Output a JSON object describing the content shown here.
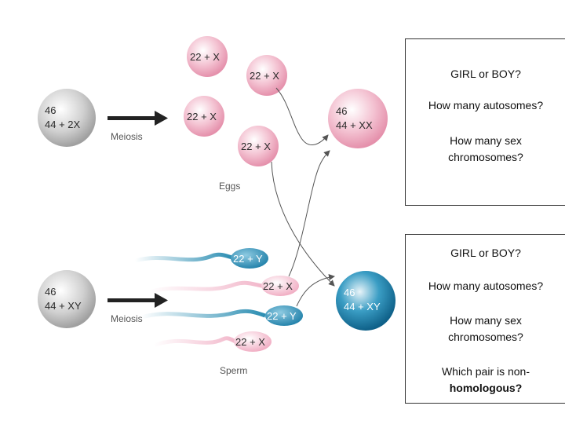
{
  "colors": {
    "egg_pink": "#f2b8cb",
    "sperm_blue": "#2a8db2",
    "parent_gray": "#c4c4c4",
    "son_blue": "#1e7fa8"
  },
  "top_parent": {
    "line1": "46",
    "line2": "44 + 2X"
  },
  "bottom_parent": {
    "line1": "46",
    "line2": "44 + XY"
  },
  "top_process_label": "Meiosis",
  "bottom_process_label": "Meiosis",
  "eggs_label": "Eggs",
  "sperm_label": "Sperm",
  "eggs": [
    "22 + X",
    "22 + X",
    "22 + X",
    "22 + X"
  ],
  "sperm": [
    "22 + Y",
    "22 + X",
    "22 + Y",
    "22 + X"
  ],
  "daughter": {
    "line1": "46",
    "line2": "44 + XX"
  },
  "son": {
    "line1": "46",
    "line2": "44 + XY"
  },
  "box1": {
    "q1": "GIRL or BOY?",
    "q2": "How many autosomes?",
    "q3_line1": "How many sex",
    "q3_line2": "chromosomes?"
  },
  "box2": {
    "q1": "GIRL or BOY?",
    "q2": "How many autosomes?",
    "q3_line1": "How many sex",
    "q3_line2": "chromosomes?",
    "q4_line1": "Which pair is non-",
    "q4_line2": "homologous?"
  }
}
